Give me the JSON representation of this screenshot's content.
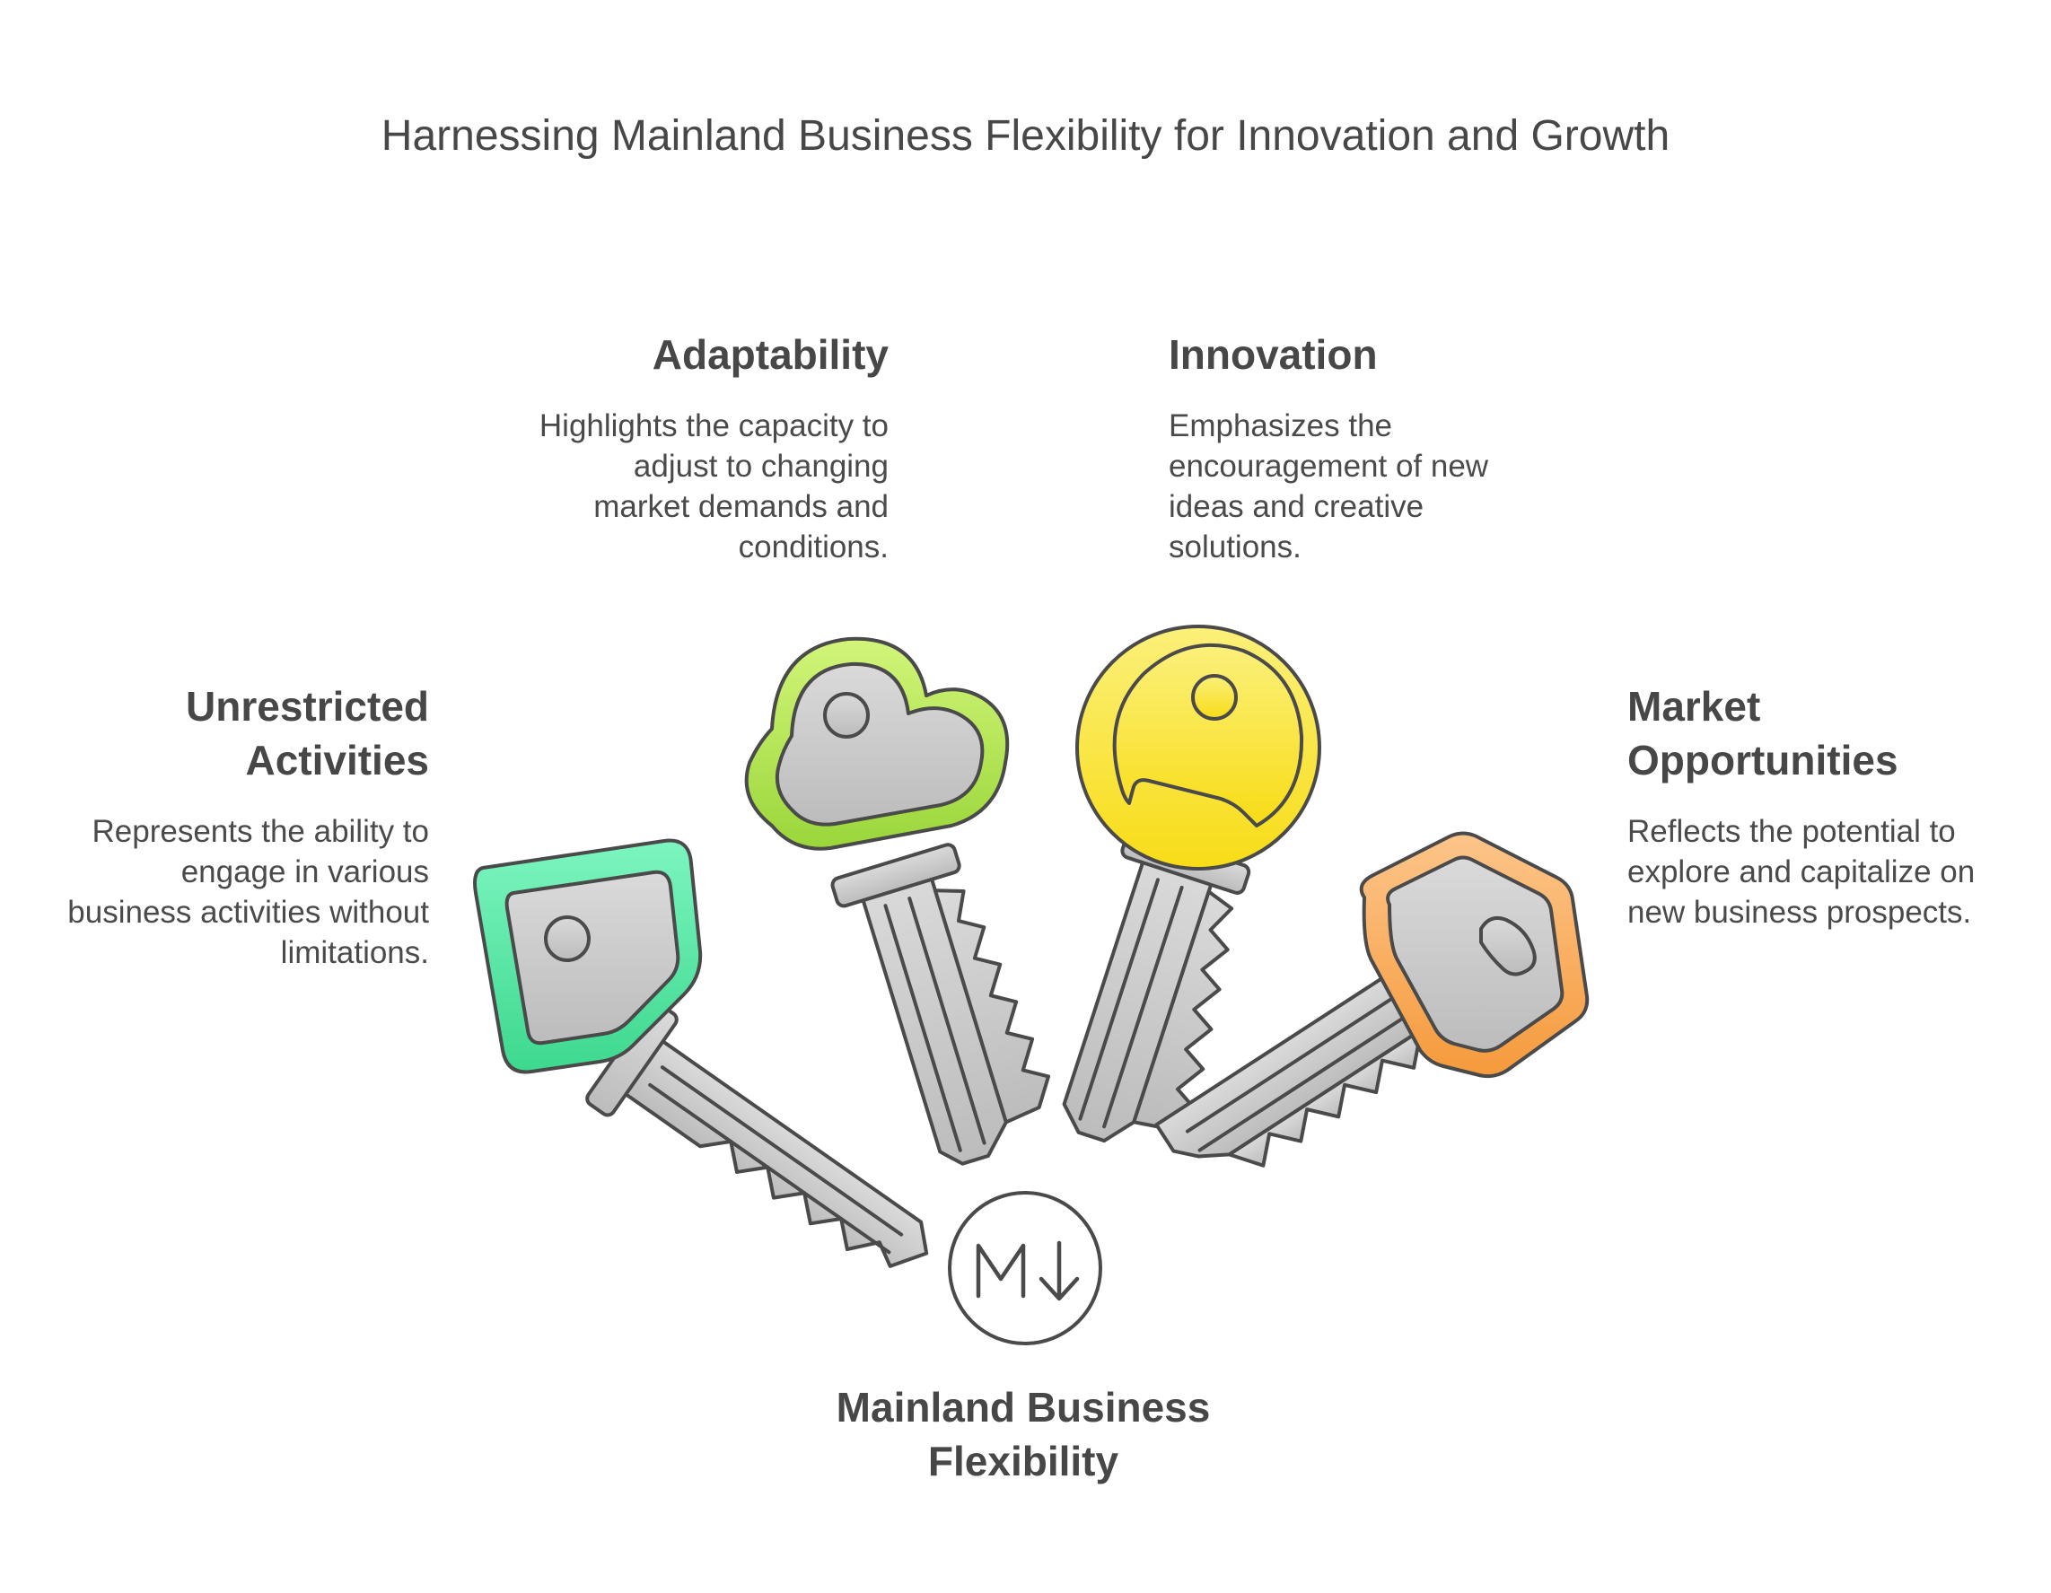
{
  "title": "Harnessing Mainland Business Flexibility for Innovation and Growth",
  "center": {
    "heading": "Mainland Business Flexibility",
    "icon": "markdown-arrow-icon"
  },
  "items": [
    {
      "id": "unrestricted",
      "heading": "Unrestricted Activities",
      "description": "Represents the ability to engage in various business activities without limitations.",
      "color": "#4dd89a",
      "icon": "square-key-icon"
    },
    {
      "id": "adaptability",
      "heading": "Adaptability",
      "description": "Highlights the capacity to adjust to changing market demands and conditions.",
      "color": "#a9db4a",
      "icon": "cloud-key-icon"
    },
    {
      "id": "innovation",
      "heading": "Innovation",
      "description": "Emphasizes the encouragement of new ideas and creative solutions.",
      "color": "#f7e23a",
      "icon": "round-key-icon"
    },
    {
      "id": "market",
      "heading": "Market Opportunities",
      "description": "Reflects the potential to explore and capitalize on new business prospects.",
      "color": "#f7a552",
      "icon": "hexagon-key-icon"
    }
  ]
}
